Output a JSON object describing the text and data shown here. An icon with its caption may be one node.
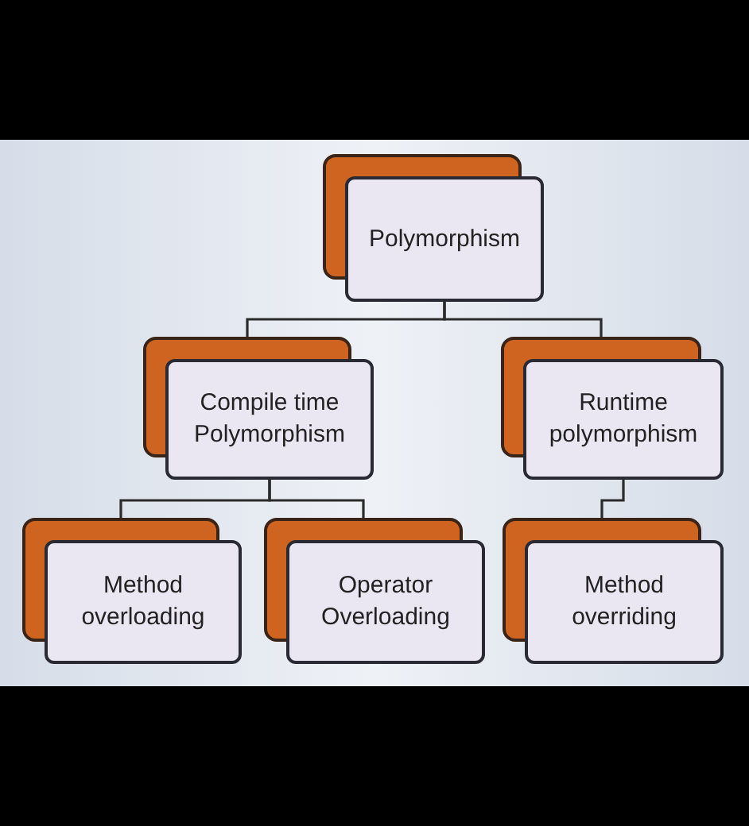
{
  "diagram": {
    "nodes": [
      {
        "text": [
          "Polymorphism"
        ]
      },
      {
        "text": [
          "Compile time Polymorphism"
        ]
      },
      {
        "text": [
          "Runtime polymorphism"
        ]
      },
      {
        "text": [
          "Method overloading"
        ]
      },
      {
        "text": [
          "Operator Overloading"
        ]
      },
      {
        "text": [
          "Method overriding"
        ]
      }
    ],
    "edges": [
      {
        "from": 0,
        "to": 1,
        "arrow": "none"
      },
      {
        "from": 0,
        "to": 2,
        "arrow": "none"
      },
      {
        "from": 1,
        "to": 3,
        "arrow": "none"
      },
      {
        "from": 1,
        "to": 4,
        "arrow": "none"
      },
      {
        "from": 2,
        "to": 5,
        "arrow": "none"
      }
    ]
  }
}
